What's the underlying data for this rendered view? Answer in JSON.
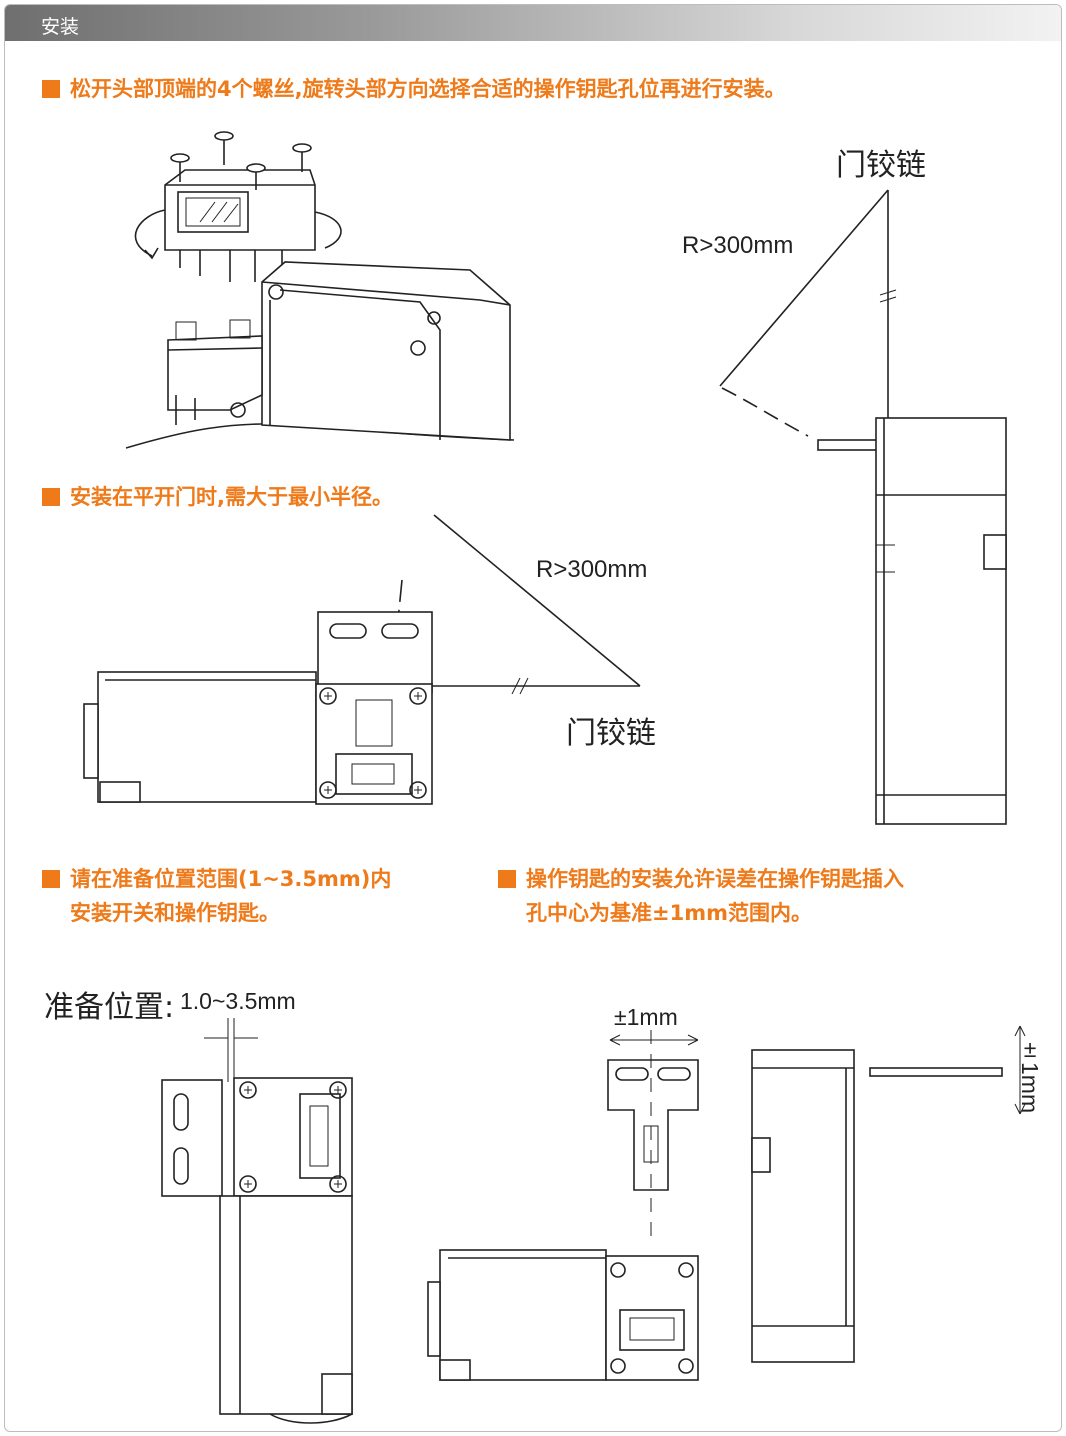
{
  "header": {
    "title": "安装"
  },
  "notes": [
    {
      "text": "松开头部顶端的4个螺丝,旋转头部方向选择合适的操作钥匙孔位再进行安装。"
    },
    {
      "text": "安装在平开门时,需大于最小半径。"
    },
    {
      "line1": "请在准备位置范围(1~3.5mm)内",
      "line2": "安装开关和操作钥匙。"
    },
    {
      "line1": "操作钥匙的安装允许误差在操作钥匙插入",
      "line2": "孔中心为基准±1mm范围内。"
    }
  ],
  "labels": {
    "hinge_top": "门铰链",
    "radius_top": "R>300mm",
    "radius_mid": "R>300mm",
    "hinge_mid": "门铰链",
    "prep_title": "准备位置:",
    "prep_range": "1.0~3.5mm",
    "tol_h": "±1mm",
    "tol_v": "±1mm"
  },
  "colors": {
    "accent": "#ee7a1a",
    "header_bar": "#8a8a8a",
    "line": "#222222"
  }
}
